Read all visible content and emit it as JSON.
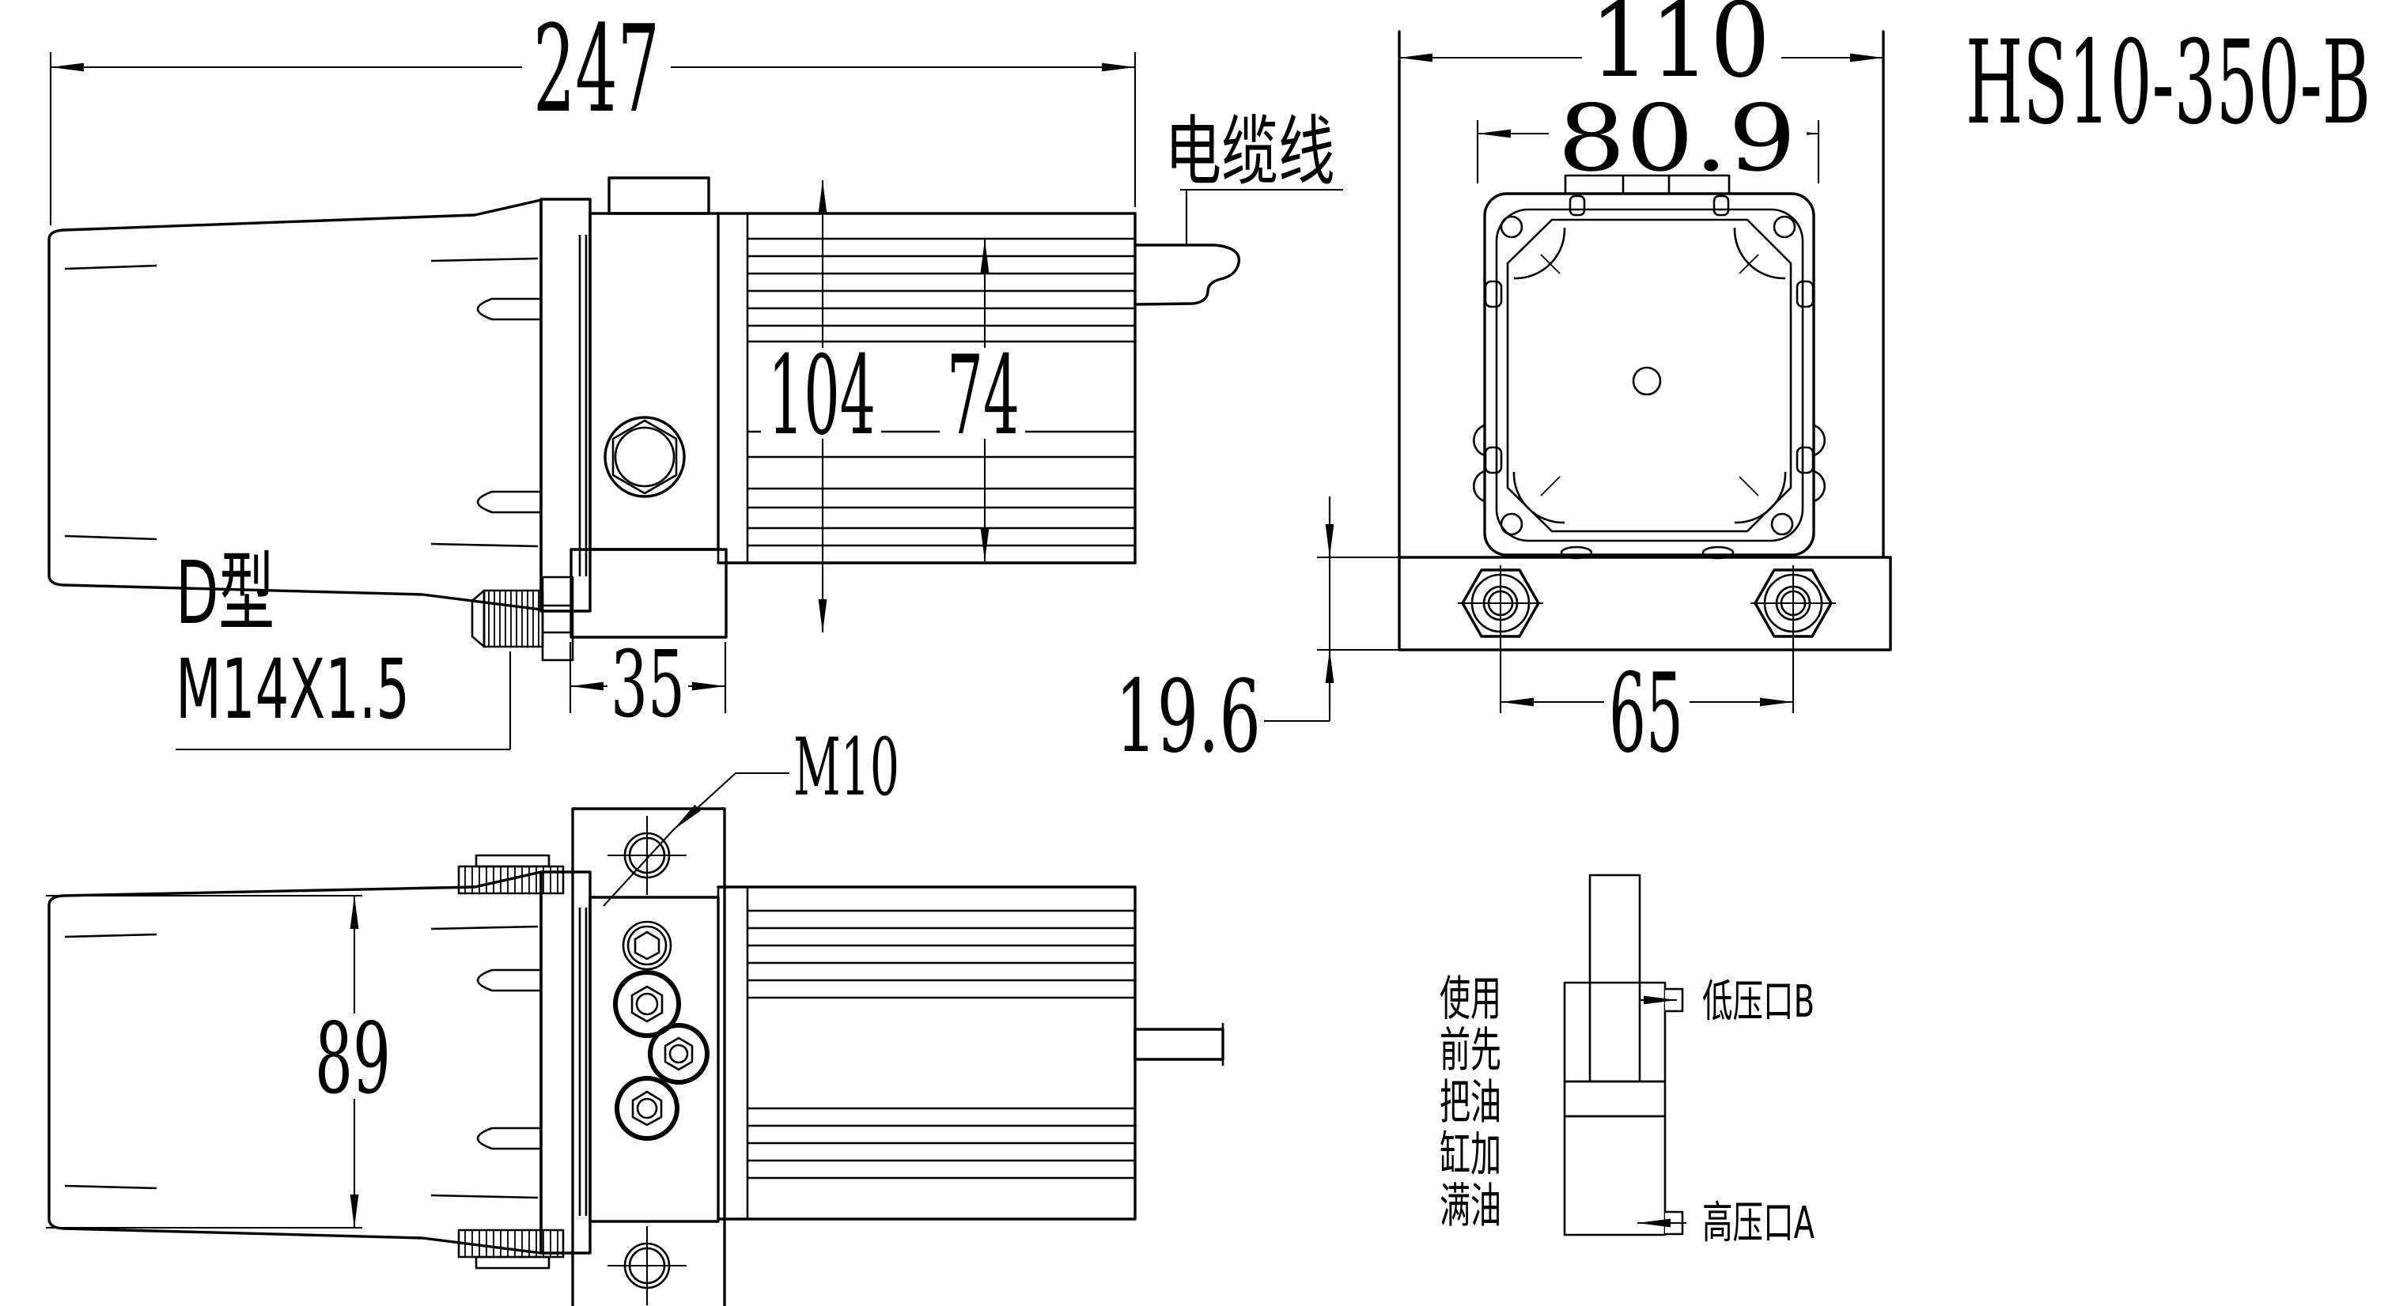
{
  "title": "HS10-350-B",
  "colors": {
    "ink": "#000000",
    "paper": "#ffffff"
  },
  "dimensions": {
    "overall_length": "247",
    "mount_plate_width": "110",
    "motor_face_width": "80.9",
    "pump_body_height": "104",
    "motor_od": "74",
    "port_block_width": "35",
    "bracket_thickness": "19.6",
    "bolt_spacing": "65",
    "motor_housing_height": "89"
  },
  "labels": {
    "cable": "电缆线",
    "fitting_type": "D型",
    "fitting_thread": "M14X1.5",
    "mounting_thread": "M10",
    "low_pressure_port": "低压口B",
    "high_pressure_port": "高压口A"
  },
  "note": {
    "lines": [
      "使用",
      "前先",
      "把油",
      "缸加",
      "满油"
    ]
  }
}
